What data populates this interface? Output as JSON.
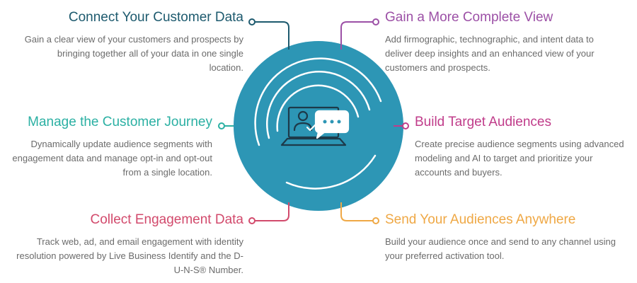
{
  "colors": {
    "circle": "#2d96b5",
    "dark_blue": "#1d5a6e",
    "purple": "#9c50a6",
    "teal": "#2bb0a3",
    "pink": "#c03c8a",
    "red": "#d24a6c",
    "orange": "#efa845",
    "body_text": "#6b6b6b"
  },
  "center_icon": "laptop-user-chat-icon",
  "blocks": {
    "connect": {
      "title": "Connect Your Customer Data",
      "body": "Gain a clear view of your customers and prospects by bringing together all of your data in one single location."
    },
    "manage": {
      "title": "Manage the Customer Journey",
      "body": "Dynamically update audience segments with engagement data and manage opt-in and opt-out from a single location."
    },
    "collect": {
      "title": "Collect Engagement Data",
      "body": "Track web, ad, and email engagement with identity resolution powered by Live Business Identify and the D-U-N-S® Number."
    },
    "gain": {
      "title": "Gain a More Complete View",
      "body": "Add firmographic, technographic, and intent data to deliver deep insights and an enhanced view of your customers and prospects."
    },
    "build": {
      "title": "Build Target Audiences",
      "body": "Create precise audience segments using advanced modeling and AI to target and prioritize your accounts and buyers."
    },
    "send": {
      "title": "Send Your Audiences Anywhere",
      "body": "Build your audience once and send to any channel using your preferred activation tool."
    }
  }
}
